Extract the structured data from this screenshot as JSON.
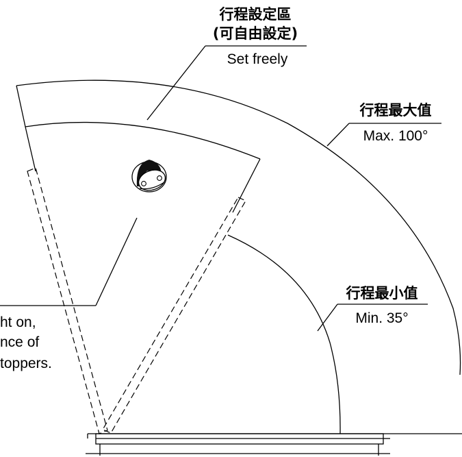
{
  "labels": {
    "set_freely": {
      "zh_line1": "行程設定區",
      "zh_line2": "(可自由設定)",
      "en": "Set freely"
    },
    "max": {
      "zh": "行程最大值",
      "en": "Max. 100°"
    },
    "min": {
      "zh": "行程最小值",
      "en": "Min. 35°"
    },
    "note": {
      "line1": "ht on,",
      "line2": "nce of",
      "line3": "toppers."
    }
  },
  "icons": {
    "door_stopper": "door-stopper-icon"
  },
  "colors": {
    "ink": "#000000",
    "background": "#ffffff"
  }
}
